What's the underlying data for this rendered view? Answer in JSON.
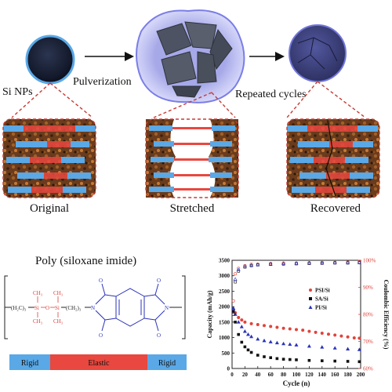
{
  "top": {
    "label_si": "Si NPs",
    "label_pulverization": "Pulverization",
    "label_repeated": "Repeated cycles"
  },
  "panels": {
    "original": "Original",
    "stretched": "Stretched",
    "recovered": "Recovered"
  },
  "structure": {
    "title": "Poly (siloxane imide)",
    "formula": {
      "ch2_left": "(H₂C)₃",
      "ch3": "CH₃",
      "si": "Si",
      "o": "O",
      "ch2_right": "(CH₂)₃",
      "n": "N",
      "carbonyl_o": "O"
    },
    "bar": {
      "left": "Rigid",
      "middle": "Elastic",
      "right": "Rigid"
    }
  },
  "colors": {
    "rigid": "#5aa8e6",
    "elastic": "#e8483f",
    "si_red": "#d9413a",
    "dashed": "#c83a34",
    "psi": "#e0443b",
    "sa": "#111111",
    "pi": "#2a33b8"
  },
  "chart_data": {
    "type": "scatter",
    "xlabel": "Cycle (n)",
    "ylabel": "Capacity (mAh/g)",
    "ylabel_right": "Coulombic Efficiency (%)",
    "xlim": [
      0,
      200
    ],
    "ylim": [
      0,
      3500
    ],
    "ylim_right": [
      60,
      100
    ],
    "x_ticks": [
      0,
      20,
      40,
      60,
      80,
      100,
      120,
      140,
      160,
      180,
      200
    ],
    "y_ticks": [
      0,
      500,
      1000,
      1500,
      2000,
      2500,
      3000,
      3500
    ],
    "y_ticks_right": [
      60,
      70,
      80,
      90,
      100
    ],
    "y_tick_labels_right": [
      "60%",
      "70%",
      "80%",
      "90%",
      "100%"
    ],
    "legend_position": "center-right",
    "series": [
      {
        "name": "PSI/Si",
        "axis": "left",
        "x": [
          2,
          5,
          10,
          15,
          20,
          30,
          40,
          50,
          60,
          70,
          80,
          90,
          100,
          110,
          120,
          130,
          140,
          150,
          160,
          170,
          180,
          190,
          198
        ],
        "values": [
          1900,
          1800,
          1650,
          1570,
          1500,
          1450,
          1420,
          1390,
          1360,
          1330,
          1300,
          1280,
          1260,
          1240,
          1200,
          1170,
          1140,
          1110,
          1080,
          1050,
          1020,
          990,
          980
        ]
      },
      {
        "name": "SA/Si",
        "axis": "left",
        "x": [
          2,
          5,
          10,
          15,
          20,
          25,
          30,
          40,
          50,
          60,
          70,
          80,
          90,
          100,
          120,
          140,
          160,
          180,
          198
        ],
        "values": [
          1850,
          1500,
          1100,
          850,
          700,
          600,
          520,
          430,
          380,
          350,
          320,
          300,
          290,
          280,
          260,
          250,
          240,
          230,
          220
        ]
      },
      {
        "name": "PI/Si",
        "axis": "left",
        "x": [
          2,
          5,
          10,
          15,
          20,
          25,
          30,
          40,
          50,
          60,
          70,
          80,
          90,
          100,
          120,
          140,
          160,
          180,
          198
        ],
        "values": [
          1950,
          1750,
          1500,
          1350,
          1200,
          1100,
          1030,
          950,
          900,
          860,
          830,
          800,
          780,
          760,
          720,
          690,
          660,
          630,
          610
        ]
      },
      {
        "name": "CE PSI/Si",
        "axis": "right",
        "x": [
          2,
          5,
          10,
          20,
          30,
          40,
          60,
          80,
          100,
          120,
          140,
          160,
          180,
          198
        ],
        "values": [
          85,
          95,
          97,
          98,
          98.5,
          98.6,
          98.8,
          99,
          99,
          99.1,
          99.2,
          99.2,
          99.3,
          99.3
        ]
      },
      {
        "name": "CE SA/Si",
        "axis": "right",
        "x": [
          2,
          5,
          10,
          20,
          30,
          40,
          60,
          80,
          100,
          120,
          140,
          160,
          180,
          198
        ],
        "values": [
          80,
          92,
          96,
          97.5,
          98,
          98.3,
          98.5,
          98.6,
          98.7,
          98.8,
          98.9,
          99,
          99,
          99.1
        ]
      },
      {
        "name": "CE PI/Si",
        "axis": "right",
        "x": [
          2,
          5,
          10,
          20,
          30,
          40,
          60,
          80,
          100,
          120,
          140,
          160,
          180,
          198
        ],
        "values": [
          82,
          93,
          96.5,
          97.8,
          98.2,
          98.4,
          98.6,
          98.8,
          98.9,
          99,
          99,
          99.1,
          99.2,
          99.2
        ]
      }
    ],
    "legend": [
      "PSI/Si",
      "SA/Si",
      "PI/Si"
    ]
  }
}
